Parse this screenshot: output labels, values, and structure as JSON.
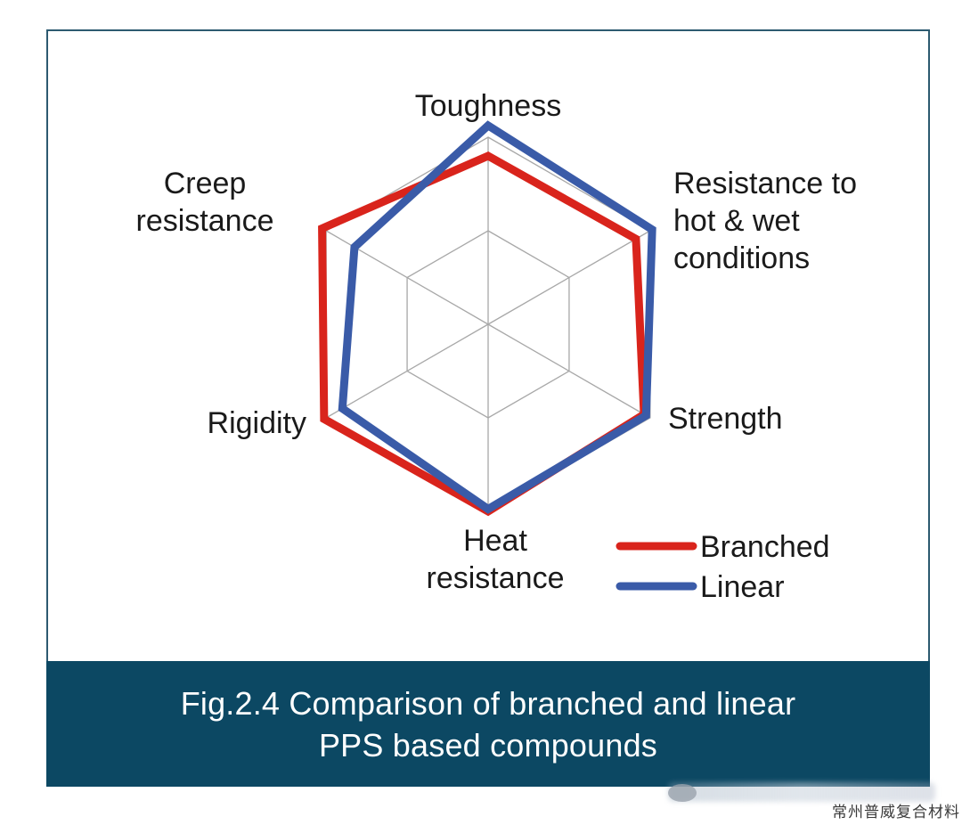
{
  "chart_data": {
    "type": "radar",
    "axes": [
      "Toughness",
      "Resistance to hot & wet conditions",
      "Strength",
      "Heat resistance",
      "Rigidity",
      "Creep resistance"
    ],
    "axis_label_lines": [
      [
        "Toughness"
      ],
      [
        "Resistance to",
        "hot & wet",
        "conditions"
      ],
      [
        "Strength"
      ],
      [
        "Heat",
        "resistance"
      ],
      [
        "Rigidity"
      ],
      [
        "Creep",
        "resistance"
      ]
    ],
    "rlim": [
      0,
      4
    ],
    "grid_levels": [
      2,
      4
    ],
    "series": [
      {
        "name": "Branched",
        "color": "#d9241c",
        "values": [
          3.6,
          3.65,
          3.85,
          4.0,
          4.05,
          4.1
        ]
      },
      {
        "name": "Linear",
        "color": "#3a5ba8",
        "values": [
          4.25,
          4.05,
          3.9,
          3.95,
          3.6,
          3.3
        ]
      }
    ],
    "legend": "bottom-right",
    "caption": [
      "Fig.2.4 Comparison of branched and linear",
      "PPS based compounds"
    ]
  },
  "watermark": {
    "text": "常州普威复合材料"
  }
}
